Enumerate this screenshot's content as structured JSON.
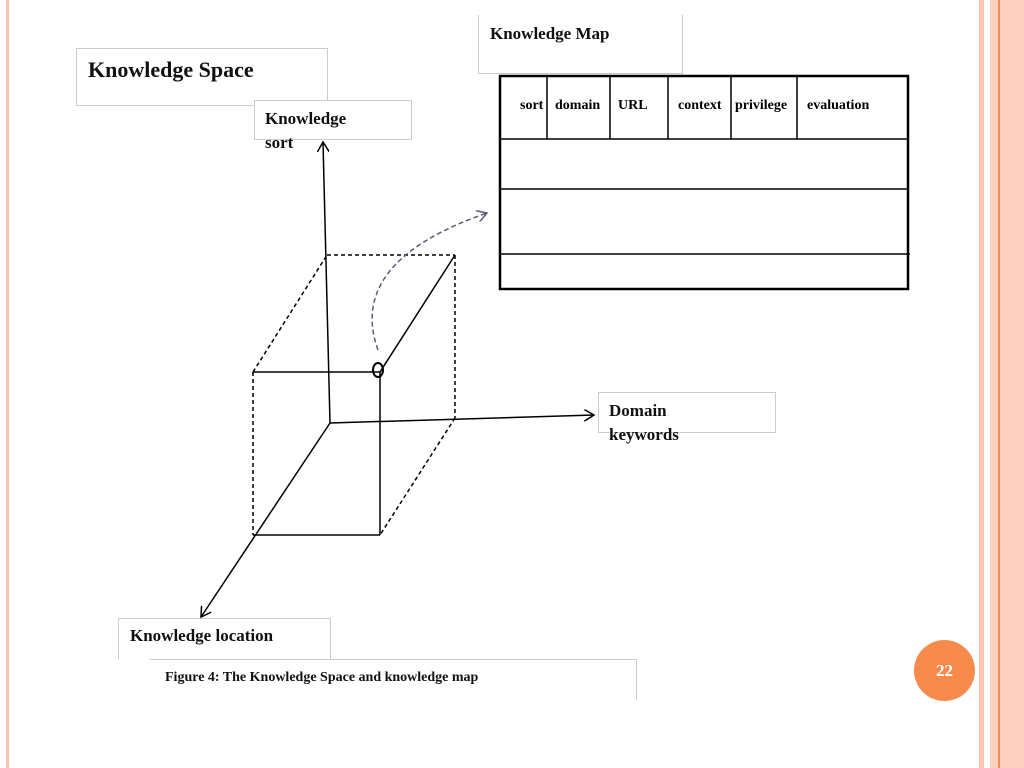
{
  "title": "Knowledge Space",
  "map_title": "Knowledge Map",
  "axes": {
    "y": "Knowledge sort",
    "y_line1": "Knowledge",
    "y_line2": "sort",
    "x_line1": "Domain",
    "x_line2": "keywords",
    "z": "Knowledge location"
  },
  "table_headers": [
    "sort",
    "domain",
    "URL",
    "context",
    "privilege",
    "evaluation"
  ],
  "point_label": "O",
  "caption": "Figure 4: The Knowledge Space and knowledge map",
  "page_number": "22",
  "colors": {
    "accent": "#f58a4b",
    "stripe": "#f9c4b0",
    "arrow": "#5a5a7a"
  }
}
